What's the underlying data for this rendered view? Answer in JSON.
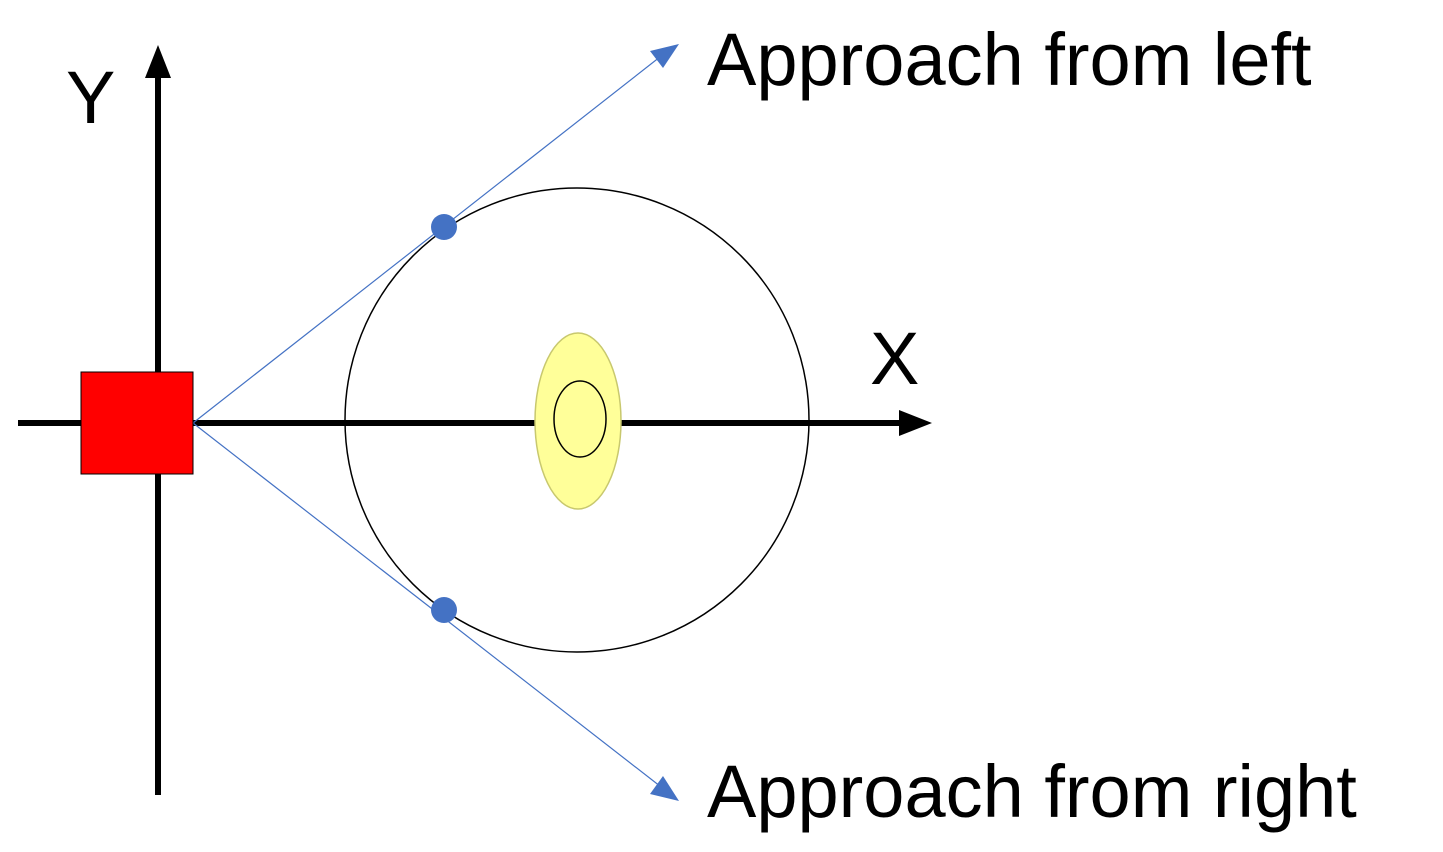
{
  "diagram": {
    "axes": {
      "x_label": "X",
      "y_label": "Y"
    },
    "approaches": {
      "left_label": "Approach from left",
      "right_label": "Approach from right"
    },
    "colors": {
      "axis": "#000000",
      "source_square": "#ff0000",
      "tangent_line": "#4472c4",
      "tangent_point": "#4472c4",
      "orbit_circle": "#000000",
      "ellipse_fill": "#ffff99",
      "ellipse_stroke": "#c8c86e"
    }
  }
}
